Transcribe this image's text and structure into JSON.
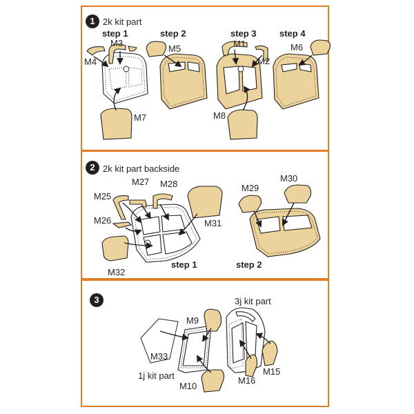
{
  "panels": [
    {
      "number": "1",
      "title": "2k kit part",
      "steps": [
        "step 1",
        "step 2",
        "step 3",
        "step 4"
      ],
      "parts": [
        "M3",
        "M4",
        "M5",
        "M7",
        "M1",
        "M2",
        "M8",
        "M6"
      ]
    },
    {
      "number": "2",
      "title": "2k kit part backside",
      "steps": [
        "step 1",
        "step 2"
      ],
      "parts": [
        "M25",
        "M27",
        "M28",
        "M26",
        "M31",
        "M32",
        "M29",
        "M30"
      ]
    },
    {
      "number": "3",
      "title": "3j kit part",
      "subtitle": "1j kit part",
      "parts": [
        "M9",
        "M33",
        "M10",
        "M16",
        "M15"
      ]
    }
  ],
  "colors": {
    "border": "#e07b28",
    "part": "#ecd39b"
  }
}
